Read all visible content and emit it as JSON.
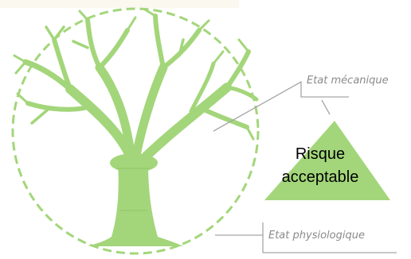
{
  "diagram": {
    "annotations": {
      "mechanical": "Etat mécanique",
      "physiological": "Etat physiologique"
    },
    "triangle": {
      "line1": "Risque",
      "line2": "acceptable"
    },
    "colors": {
      "tree": "#a3d67a",
      "circle_dash": "#a3d67a",
      "triangle": "#a3d67a",
      "callout_line": "#a6a6a6",
      "label_text": "#8a8a8a",
      "triangle_text": "#000000"
    }
  }
}
